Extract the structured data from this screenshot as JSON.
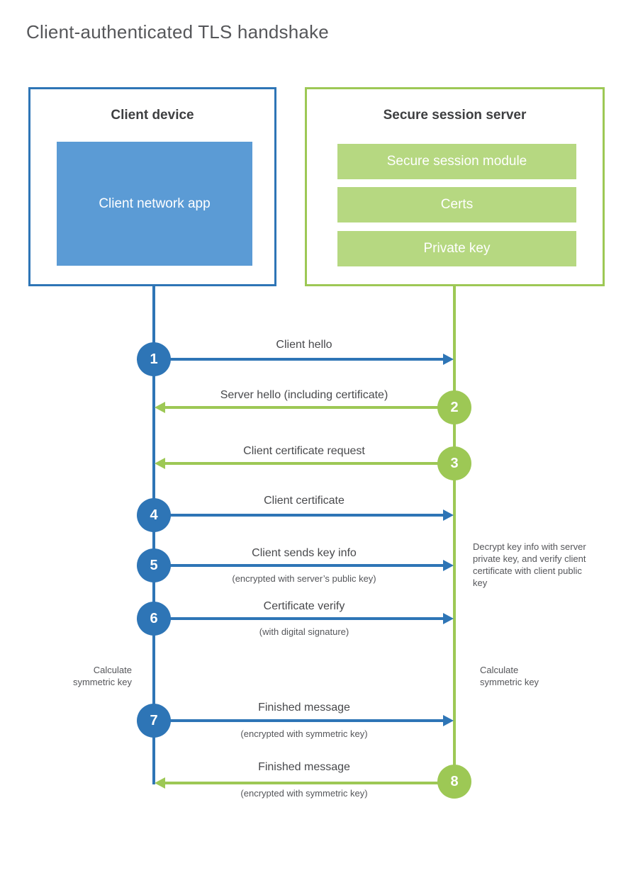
{
  "title": "Client-authenticated TLS handshake",
  "colors": {
    "blue_line": "#2e75b6",
    "blue_fill": "#5b9bd5",
    "green_line": "#9dc855",
    "green_fill": "#b6d881"
  },
  "client_box": {
    "title": "Client device",
    "app_label": "Client network app"
  },
  "server_box": {
    "title": "Secure session server",
    "modules": [
      "Secure session module",
      "Certs",
      "Private key"
    ]
  },
  "messages": [
    {
      "num": "1",
      "label": "Client hello",
      "sub": "",
      "from": "client"
    },
    {
      "num": "2",
      "label": "Server hello (including certificate)",
      "sub": "",
      "from": "server"
    },
    {
      "num": "3",
      "label": "Client certificate request",
      "sub": "",
      "from": "server"
    },
    {
      "num": "4",
      "label": "Client certificate",
      "sub": "",
      "from": "client"
    },
    {
      "num": "5",
      "label": "Client sends key info",
      "sub": "(encrypted with server’s public key)",
      "from": "client"
    },
    {
      "num": "6",
      "label": "Certificate verify",
      "sub": "(with digital signature)",
      "from": "client"
    },
    {
      "num": "7",
      "label": "Finished message",
      "sub": "(encrypted with symmetric key)",
      "from": "client"
    },
    {
      "num": "8",
      "label": "Finished message",
      "sub": "(encrypted with symmetric key)",
      "from": "server"
    }
  ],
  "notes": {
    "decrypt_note": "Decrypt key info with server private key, and verify client certificate with client public key",
    "calc_left": "Calculate symmetric key",
    "calc_right": "Calculate symmetric key"
  }
}
